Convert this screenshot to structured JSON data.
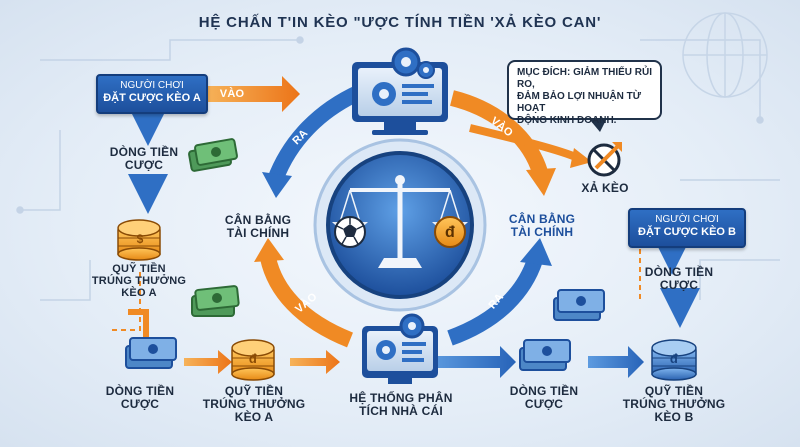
{
  "title": "HỆ CHẤN T'IN KÈO \"ƯỢC TÍNH TIỀN 'XẢ KÈO CAN'",
  "colors": {
    "blue_dark": "#1d4f9c",
    "blue_mid": "#2f6fc4",
    "orange": "#f08a24",
    "navy": "#1f3352"
  },
  "left": {
    "player_box": {
      "line1": "NGƯỜI CHƠI",
      "line2": "ĐẶT CƯỢC KÈO A"
    },
    "bet_flow": {
      "line1": "DÒNG TIỀN",
      "line2": "CƯỢC"
    },
    "win_fund": {
      "line1": "QUỸ TIỀN",
      "line2": "TRÚNG THƯỞNG",
      "line3": "KÈO A"
    }
  },
  "arrows": {
    "in_top_left": "VÀO",
    "out_top_left": "RA",
    "in_top_right": "VÀO",
    "in_bottom_left": "VÀO",
    "out_bottom_right": "RA"
  },
  "center": {
    "balance_left": {
      "line1": "CÂN BẰNG",
      "line2": "TÀI CHÍNH"
    },
    "balance_right": {
      "line1": "CÂN BẰNG",
      "line2": "TÀI CHÍNH"
    },
    "coin_symbol": "đ",
    "dollar_symbol": "$",
    "system": {
      "line1": "HỆ THỐNG PHÂN",
      "line2": "TÍCH NHÀ CÁI"
    }
  },
  "callout": {
    "line1": "MỤC ĐÍCH: GIẢM THIỂU RỦI RO,",
    "line2": "ĐẢM BẢO LỢI NHUẬN TỪ HOẠT",
    "line3": "ĐỘNG KINH DOANH."
  },
  "hedge": "XẢ KÈO",
  "right": {
    "player_box": {
      "line1": "NGƯỜI CHƠI",
      "line2": "ĐẶT CƯỢC KÈO B"
    },
    "bet_flow": {
      "line1": "DÒNG TIỀN",
      "line2": "CƯỢC"
    }
  },
  "bottom": {
    "bet_flow_left": {
      "line1": "DÒNG TIỀN",
      "line2": "CƯỢC"
    },
    "win_fund_a": {
      "line1": "QUỸ TIỀN",
      "line2": "TRÚNG THƯỞNG",
      "line3": "KÈO A"
    },
    "bet_flow_right": {
      "line1": "DÒNG TIỀN",
      "line2": "CƯỢC"
    },
    "win_fund_b": {
      "line1": "QUỸ TIỀN",
      "line2": "TRÚNG THƯỞNG",
      "line3": "KÈO B"
    }
  }
}
